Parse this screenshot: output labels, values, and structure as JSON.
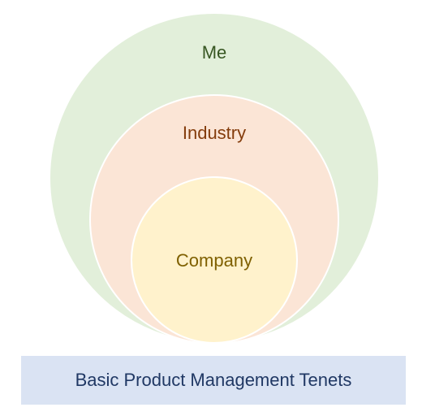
{
  "diagram": {
    "circles": {
      "outer": {
        "label": "Me",
        "fill": "#e2efda",
        "text_color": "#385723"
      },
      "middle": {
        "label": "Industry",
        "fill": "#fbe5d6",
        "text_color": "#843c0c"
      },
      "inner": {
        "label": "Company",
        "fill": "#fff2cc",
        "text_color": "#7f6000"
      }
    },
    "caption": {
      "text": "Basic Product Management Tenets",
      "fill": "#dae3f3",
      "text_color": "#203864"
    }
  }
}
